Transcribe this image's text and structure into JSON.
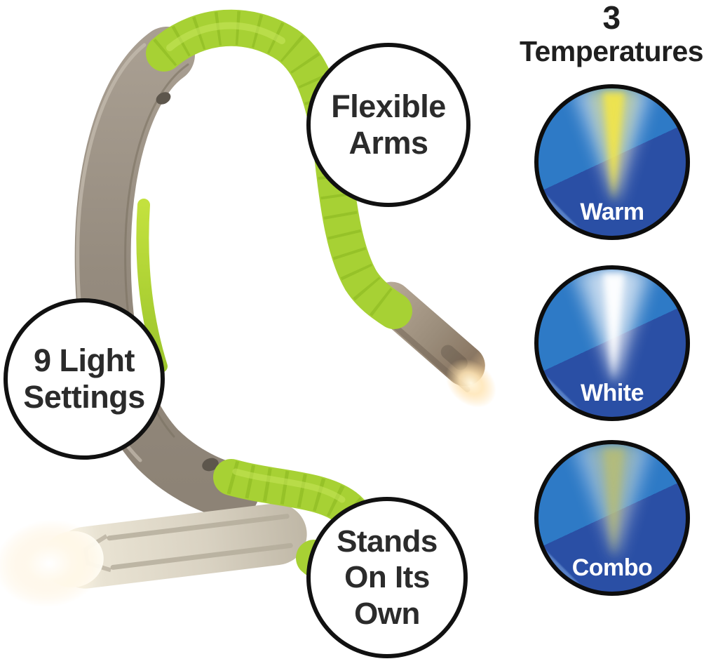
{
  "callouts": [
    {
      "id": "flexible-arms",
      "lines": [
        "Flexible",
        "Arms"
      ]
    },
    {
      "id": "nine-light-settings",
      "lines": [
        "9 Light",
        "Settings"
      ]
    },
    {
      "id": "stands-on-its-own",
      "lines": [
        "Stands",
        "On Its",
        "Own"
      ]
    }
  ],
  "temperatures": {
    "title_lines": [
      "3",
      "Temperatures"
    ],
    "items": [
      {
        "label": "Warm",
        "beam_color": "#f0e44c"
      },
      {
        "label": "White",
        "beam_color": "#ffffff"
      },
      {
        "label": "Combo",
        "beam_color": "#b9bd6f"
      }
    ]
  },
  "palette": {
    "circle_blue_light": "#2e7ac6",
    "circle_blue_dark": "#2a4fa5",
    "arm_green": "#a7d134",
    "arm_green_dark": "#8bb822",
    "band_taupe": "#998f83",
    "head_beige": "#ddd5c5",
    "callout_ring": "#111111",
    "text_dark": "#2b2b2b",
    "label_white": "#ffffff"
  }
}
